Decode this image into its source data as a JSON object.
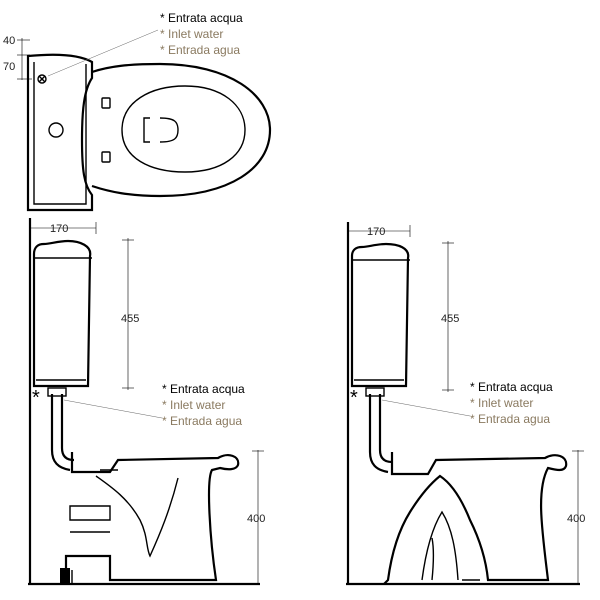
{
  "labels": {
    "entrata": "* Entrata acqua",
    "inlet": "* Inlet water",
    "entrada": "* Entrada agua",
    "star": "*"
  },
  "dimensions": {
    "d40": "40",
    "d70": "70",
    "d170": "170",
    "d455": "455",
    "d400": "400"
  },
  "colors": {
    "primary_text": "#000000",
    "secondary_text": "#8a7a60"
  }
}
